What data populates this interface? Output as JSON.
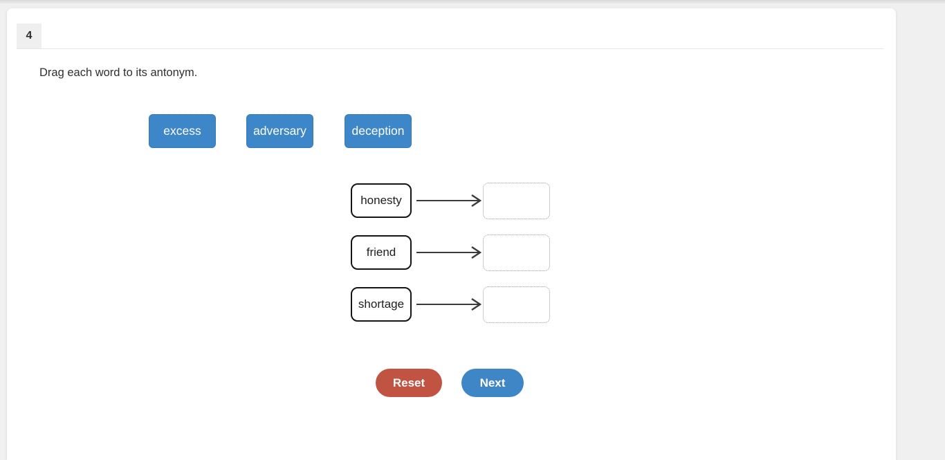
{
  "question": {
    "number": "4",
    "instruction": "Drag each word to its antonym."
  },
  "word_bank": [
    {
      "label": "excess"
    },
    {
      "label": "adversary"
    },
    {
      "label": "deception"
    }
  ],
  "pairs": [
    {
      "target": "honesty",
      "drop_value": ""
    },
    {
      "target": "friend",
      "drop_value": ""
    },
    {
      "target": "shortage",
      "drop_value": ""
    }
  ],
  "buttons": {
    "reset": "Reset",
    "next": "Next"
  },
  "colors": {
    "chip_blue": "#3d86c8",
    "reset_red": "#c05341",
    "next_blue": "#3e86c6",
    "page_bg": "#f0f0f1"
  }
}
